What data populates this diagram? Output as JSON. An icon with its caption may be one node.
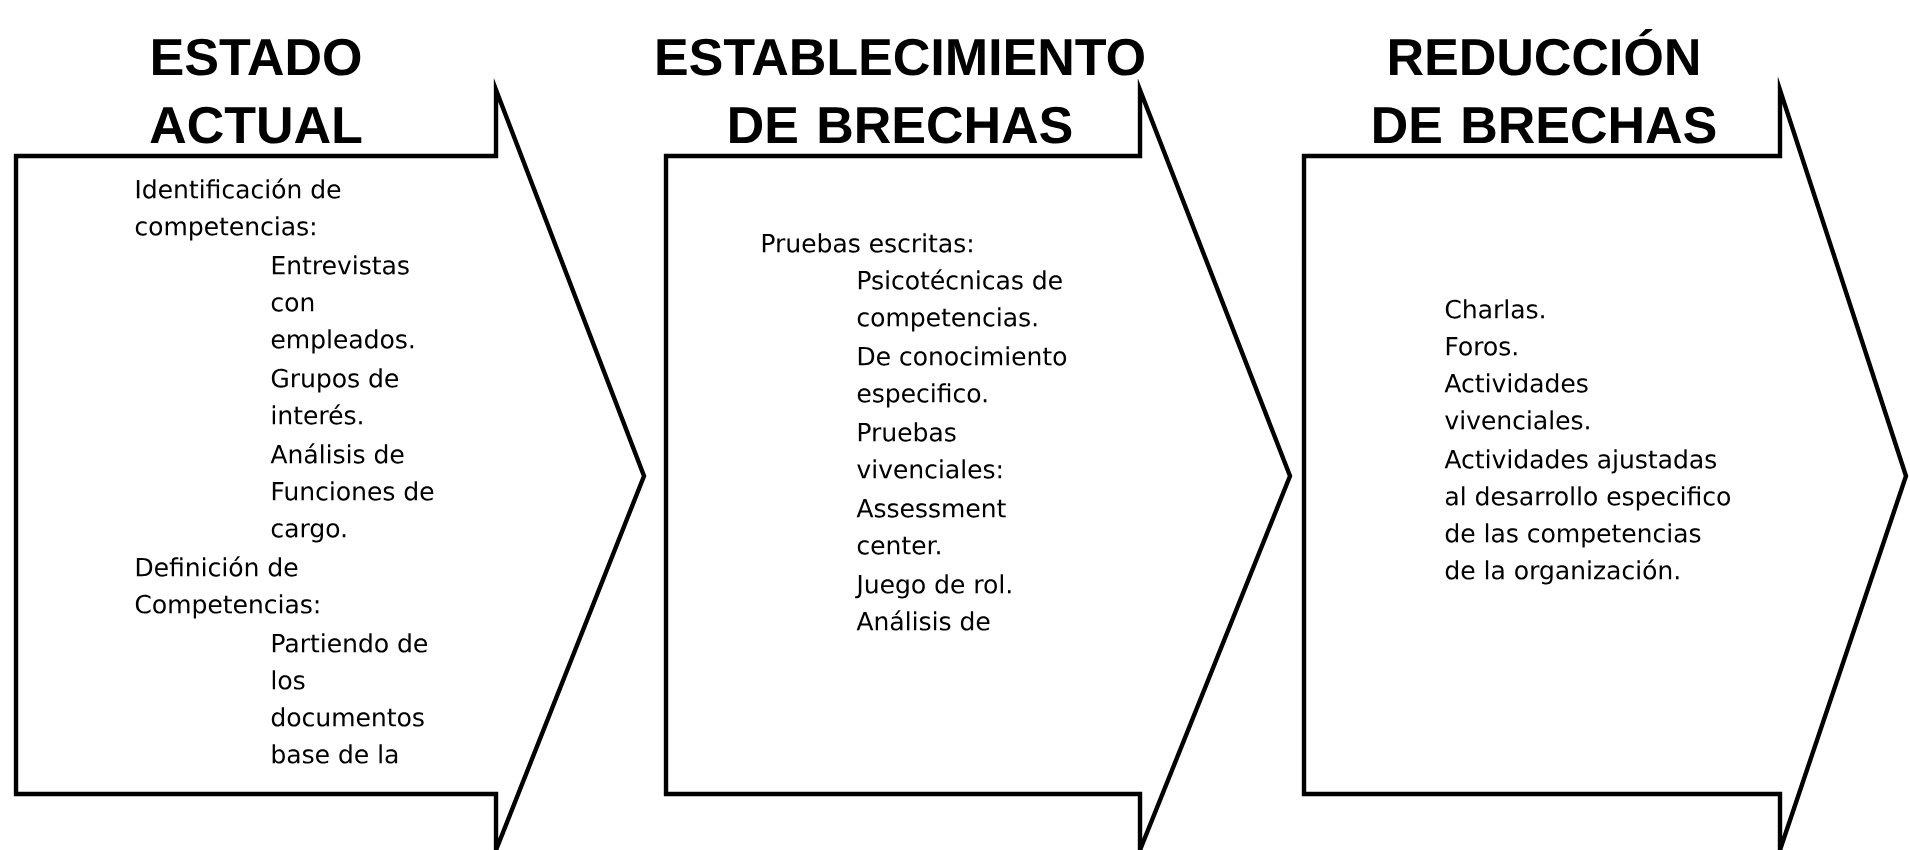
{
  "diagram": {
    "nodes": [
      {
        "text": [
          "ESTADO ACTUAL",
          "Identificación de competencias:",
          "Entrevistas con empleados.",
          "Grupos de interés.",
          "Análisis de Funciones de cargo.",
          "Definición de Competencias:",
          "Partiendo de los documentos base de la"
        ]
      },
      {
        "text": [
          "ESTABLECIMIENTO DE BRECHAS",
          "Pruebas escritas:",
          "Psicotécnicas de competencias.",
          "De conocimiento especifico.",
          "Pruebas vivenciales:",
          "Assessment center.",
          "Juego de rol.",
          "Análisis de"
        ]
      },
      {
        "text": [
          "REDUCCIÓN DE BRECHAS",
          "Charlas.",
          "Foros.",
          "Actividades vivenciales.",
          "Actividades ajustadas al desarrollo especifico de las competencias de la organización."
        ]
      }
    ]
  }
}
